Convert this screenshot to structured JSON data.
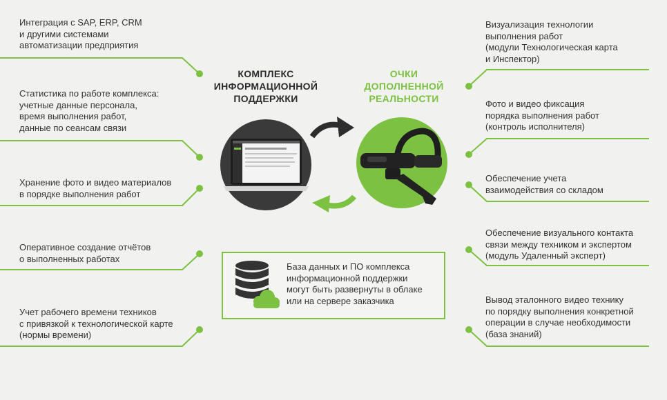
{
  "colors": {
    "accent": "#7cc142",
    "dark": "#3a3a3a",
    "background": "#f1f1f0"
  },
  "center": {
    "left_title": "КОМПЛЕКС\nИНФОРМАЦИОННОЙ\nПОДДЕРЖКИ",
    "right_title": "ОЧКИ\nДОПОЛНЕННОЙ\nРЕАЛЬНОСТИ",
    "laptop_icon": "laptop-icon",
    "glasses_icon": "ar-glasses-icon",
    "arrow_icons": [
      "arrow-right-icon",
      "arrow-left-icon"
    ]
  },
  "left_items": [
    "Интеграция с SAP, ERP, CRM\nи другими системами\nавтоматизации предприятия",
    "Статистика по работе комплекса:\nучетные данные персонала,\nвремя выполнения работ,\nданные по сеансам связи",
    "Хранение фото и видео материалов\nв порядке выполнения работ",
    "Оперативное создание отчётов\nо выполненных работах",
    "Учет рабочего времени техников\nс привязкой к технологической карте\n(нормы времени)"
  ],
  "right_items": [
    "Визуализация технологии\nвыполнения работ\n(модули Технологическая карта\nи Инспектор)",
    "Фото и видео фиксация\nпорядка выполнения работ\n(контроль исполнителя)",
    "Обеспечение учета\nвзаимодействия со складом",
    "Обеспечение визуального контакта\nсвязи между техником и экспертом\n(модуль Удаленный эксперт)",
    "Вывод эталонного видео технику\nпо порядку выполнения конкретной\nоперации в случае необходимости\n(база знаний)"
  ],
  "database": {
    "text": "База данных и ПО комплекса\nинформационной поддержки\nмогут быть развернуты в облаке\nили на сервере заказчика",
    "icon": "database-cloud-icon"
  }
}
